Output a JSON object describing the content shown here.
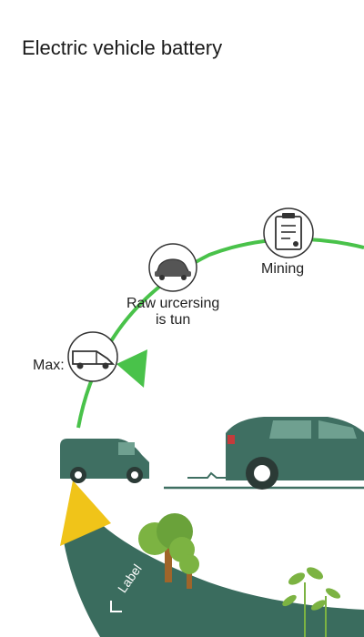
{
  "title": "Electric vehicle battery",
  "labels": {
    "mining": "Mining",
    "raw_line1": "Raw urcersing",
    "raw_line2": "is tun",
    "max": "Max:",
    "label": "Label"
  },
  "colors": {
    "arc_green": "#49c24a",
    "vehicle_teal": "#3f6f62",
    "hill_teal": "#3a6c5e",
    "arrow_yellow": "#f0c419",
    "tree_green": "#7cb342",
    "trunk_brown": "#a0652a"
  },
  "icons": [
    "clipboard-icon",
    "car-icon",
    "truck-icon",
    "arrow-icon",
    "van-icon",
    "suv-icon",
    "tree-icon",
    "sprout-icon"
  ]
}
